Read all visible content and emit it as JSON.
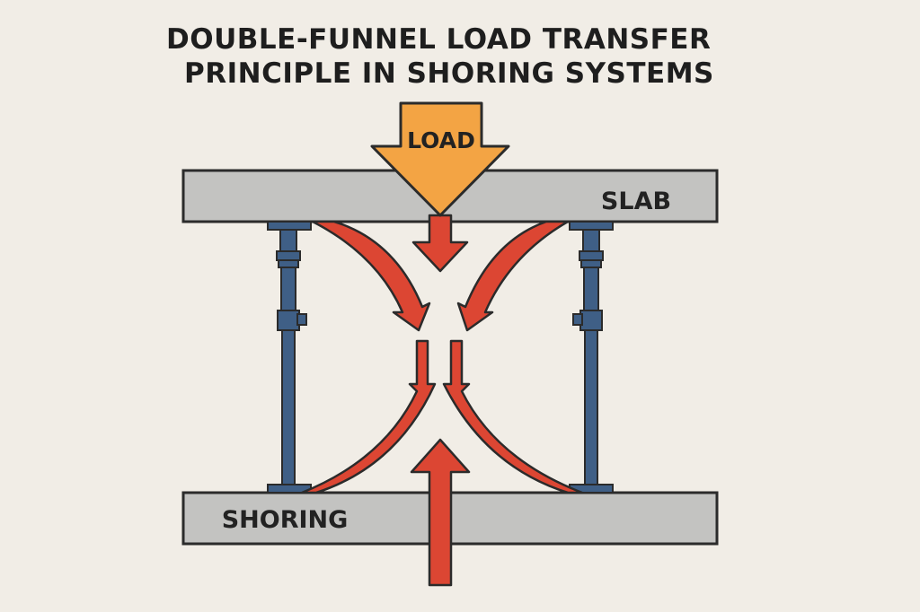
{
  "title": {
    "line1": "DOUBLE-FUNNEL LOAD TRANSFER",
    "line2": "PRINCIPLE IN SHORING SYSTEMS"
  },
  "labels": {
    "load": "LOAD",
    "slab": "SLAB",
    "shoring": "SHORING"
  },
  "colors": {
    "background": "#f1ede6",
    "beam_fill": "#c3c3c1",
    "outline": "#2b2b2b",
    "load_arrow": "#f3a444",
    "force_arrow": "#dc4633",
    "prop": "#3f5f86"
  },
  "icons": [
    "load-arrow",
    "force-arrow",
    "shoring-prop"
  ]
}
